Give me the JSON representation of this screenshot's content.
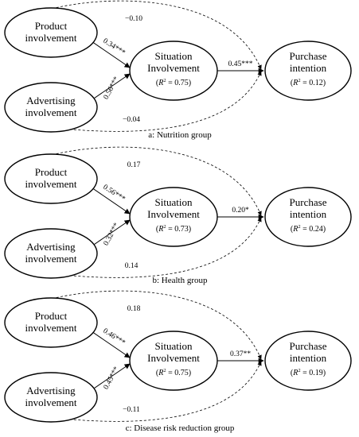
{
  "nodes": {
    "product": [
      "Product",
      "involvement"
    ],
    "advertising": [
      "Advertising",
      "involvement"
    ],
    "situation": [
      "Situation",
      "Involvement"
    ],
    "purchase": [
      "Purchase",
      "intention"
    ]
  },
  "panels": [
    {
      "caption": "a: Nutrition group",
      "paths": {
        "prod_sit": "0.34***",
        "adv_sit": "0.56***",
        "sit_pur": "0.45***",
        "prod_pur": "−0.10",
        "adv_pur": "−0.04"
      },
      "r2": {
        "situation": "0.75",
        "purchase": "0.12"
      }
    },
    {
      "caption": "b: Health group",
      "paths": {
        "prod_sit": "0.56***",
        "adv_sit": "0.32***",
        "sit_pur": "0.20*",
        "prod_pur": "0.17",
        "adv_pur": "0.14"
      },
      "r2": {
        "situation": "0.73",
        "purchase": "0.24"
      }
    },
    {
      "caption": "c: Disease risk reduction group",
      "paths": {
        "prod_sit": "0.46***",
        "adv_sit": "0.45***",
        "sit_pur": "0.37**",
        "prod_pur": "0.18",
        "adv_pur": "−0.11"
      },
      "r2": {
        "situation": "0.75",
        "purchase": "0.19"
      }
    }
  ]
}
